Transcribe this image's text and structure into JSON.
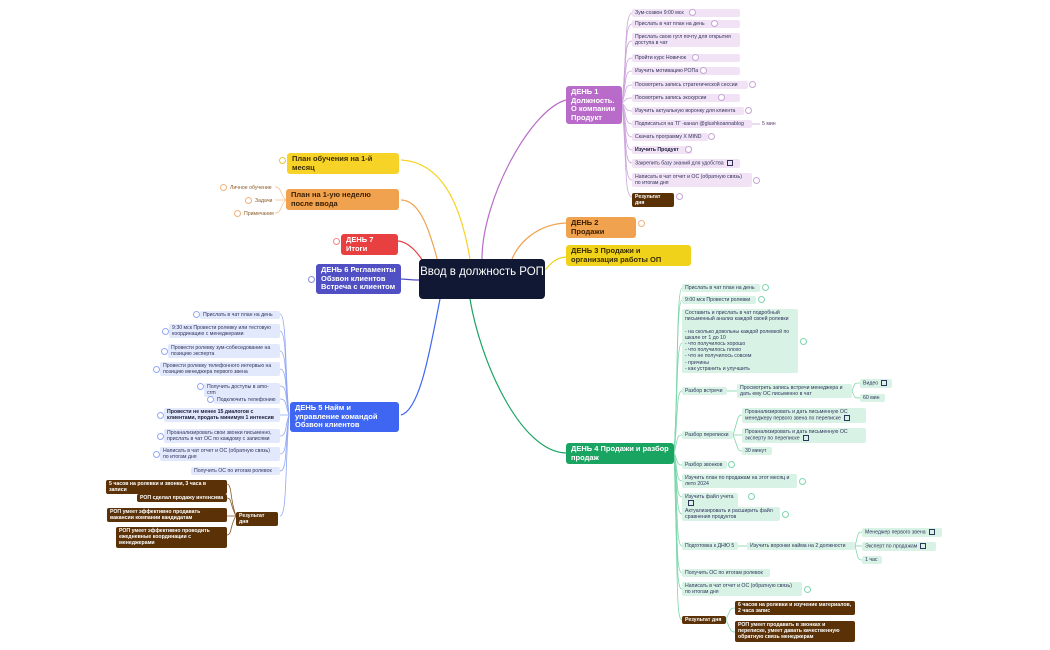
{
  "root": {
    "title": "Ввод в должность РОП"
  },
  "branches": {
    "plan_month": "План обучения на 1-й месяц",
    "plan_week": "План на 1-ую неделю после ввода",
    "day7": "ДЕНЬ 7 Итоги",
    "day6": "ДЕНЬ 6 Регламенты Обзвон клиентов Встреча с клиентом",
    "day5": "ДЕНЬ 5 Найм и управление командой Обзвон клиентов",
    "day1": "ДЕНЬ 1 Должность. О компании Продукт",
    "day2": "ДЕНЬ 2 Продажи",
    "day3": "ДЕНЬ 3 Продажи и организация работы ОП",
    "day4": "ДЕНЬ 4 Продажи и разбор продаж"
  },
  "plan_week_items": [
    "Личное обучение",
    "Задачи",
    "Примечание"
  ],
  "day1_items": [
    "Зум-созвон 9:00 мск",
    "Прислать в чат план на день",
    "Прислать свою гугл почту для открытия доступа в чат",
    "Пройти курс Новичок",
    "Изучить мотивацию РОПа",
    "Посмотреть запись стратегической сессии",
    "Посмотреть запись экскурсии",
    "Изучить актуальную воронку для клиента",
    "Подписаться на ТГ -канал @glushkoannablog",
    "Скачать программу X MIND",
    "Изучить Продукт",
    "Закрепить базу знаний для удобства",
    "Написать в чат отчет и ОС (обратную связь) по итогам дня",
    "Результат дня"
  ],
  "day1_extra": "5 мин",
  "day5_items": [
    "Прислать в чат план на день",
    "9:30 мск Провести ролевку или тестовую координацию с менеджерами",
    "Провести ролевку зум-собеседование на позицию эксперта",
    "Провести ролевку телефонного интервью на позицию менеджера первого звена",
    "Получить доступы в amo-crm",
    "Подключить телефонию",
    "Провести не менее 15 диалогов с клиентами, продать минимум 1 интенсив",
    "Проанализировать свои звонки письменно, прислать в чат ОС по каждому с записями",
    "Написать в чат отчет и ОС (обратную связь) по итогам дня",
    "Получить ОС по итогам ролевок"
  ],
  "day5_result": {
    "label": "Результат дня",
    "items": [
      "5 часов на ролевки и звонки, 3 часа в записи",
      "РОП сделал продажу интенсива",
      "РОП умеет эффективно продавать вакансии компании кандидатам",
      "РОП умеет эффективно проводить ежедневные координации с менеджерами"
    ]
  },
  "day4_items": {
    "plan": "Прислать в чат план на день",
    "roleplay": "9:00 мск Провести ролевки",
    "analysis": "Составить и прислать в чат подробный письменный анализ каждой своей ролевки\n\n- на сколько довольны каждой ролевкой по шкале от 1 до 10\n- что получилось хорошо\n- что получилось плохо\n- что не получилось совсем\n- причины\n- как устранить и улучшить",
    "meetings": "Разбор встречи",
    "meetings_sub": "Просмотреть запись встречи менеджера и дать ему ОС письменно в чат",
    "video": "Видео",
    "min60": "60 мин",
    "chats": "Разбор переписки",
    "chats_sub1": "Проанализировать и дать письменную ОС менеджеру первого звена по переписке",
    "chats_sub2": "Проанализировать и дать письменную ОС эксперту по переписке",
    "min30": "30 минут",
    "calls": "Разбор звонков",
    "study_plan": "Изучить план по продажам на этот месяц и лето 2024",
    "study_file": "Изучить файл учета",
    "update_file": "Актуализировать и расширить файл сравнения продуктов",
    "prep": "Подготовка к ДНЮ 5",
    "funnels": "Изучить воронки найма на 2 должности",
    "mgr": "Менеджер первого звена",
    "expert": "Эксперт по продажам",
    "hour": "1 час",
    "os": "Получить ОС по итогам ролевок",
    "report": "Написать в чат отчет и ОС (обратную связь) по итогам дня",
    "result": "Результат дня",
    "result1": "6 часов на ролевки и изучение материалов, 2 часа запис",
    "result2": "РОП умеет продавать в звонках и переписке, умеет давать качественную обратную связь менеджерам"
  },
  "colors": {
    "root": "#111833",
    "day1": "#b86bc9",
    "day2": "#f0a24e",
    "day3": "#f1d21a",
    "day4": "#1aa462",
    "day5": "#3f66f2",
    "day6": "#5050c4",
    "day7": "#e84040",
    "plan_week": "#f0a24e",
    "plan_month": "#f7d327",
    "dark_result": "#5b3208"
  }
}
